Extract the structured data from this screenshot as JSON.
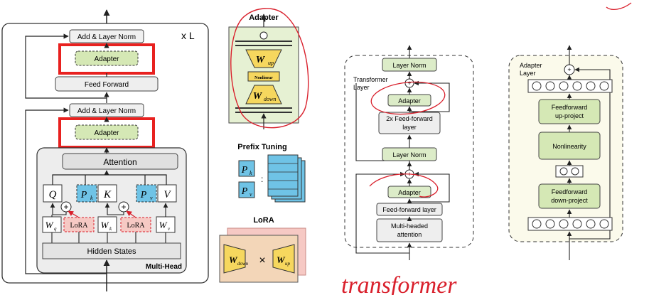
{
  "panel1": {
    "add_norm_top": "Add & Layer Norm",
    "times_l": "x L",
    "adapter_top": "Adapter",
    "feed_forward": "Feed Forward",
    "add_norm_bottom": "Add & Layer Norm",
    "adapter_bottom": "Adapter",
    "attention": "Attention",
    "q": "Q",
    "k": "K",
    "v": "V",
    "pk": "P",
    "pk_sub": "k",
    "pv": "P",
    "pv_sub": "v",
    "wq": "W",
    "wq_sub": "q",
    "wk": "W",
    "wk_sub": "k",
    "wv": "W",
    "wv_sub": "v",
    "lora_1": "LoRA",
    "lora_2": "LoRA",
    "hidden_states": "Hidden States",
    "multi_head": "Multi-Head"
  },
  "panel2": {
    "adapter_title": "Adapter",
    "w_up": "W",
    "w_up_sub": "up",
    "nonlinear": "Nonlinear",
    "w_down": "W",
    "w_down_sub": "down",
    "prefix_title": "Prefix Tuning",
    "pk": "P",
    "pk_sub": "k",
    "pv": "P",
    "pv_sub": "v",
    "colon": ":",
    "lora_title": "LoRA",
    "lora_w_down": "W",
    "lora_w_down_sub": "down",
    "times": "×",
    "lora_w_up": "W",
    "lora_w_up_sub": "up"
  },
  "panel3": {
    "layer_norm_top": "Layer Norm",
    "transformer_layer_1": "Transformer",
    "transformer_layer_2": "Layer",
    "adapter_top": "Adapter",
    "ff_1": "2x Feed-forward",
    "ff_2": "layer",
    "layer_norm_mid": "Layer Norm",
    "adapter_bottom": "Adapter",
    "ff_layer": "Feed-forward layer",
    "mha_1": "Multi-headed",
    "mha_2": "attention",
    "plus": "+"
  },
  "panel4": {
    "title_1": "Adapter",
    "title_2": "Layer",
    "up_1": "Feedforward",
    "up_2": "up-project",
    "nonlinearity": "Nonlinearity",
    "down_1": "Feedforward",
    "down_2": "down-project",
    "plus": "+"
  },
  "annotation": {
    "handwritten": "transformer"
  },
  "colors": {
    "highlight_red": "#e8211f",
    "adapter_green": "#d5e8b5",
    "panel_green": "#e6f1d3",
    "prefix_blue": "#6fc3e6",
    "lora_pink": "#f6c9c4",
    "lora_tan": "#f3d6b8",
    "weight_yellow": "#f6d75e",
    "panel_cream": "#fbfaeb",
    "ink_red": "#d9202c"
  }
}
